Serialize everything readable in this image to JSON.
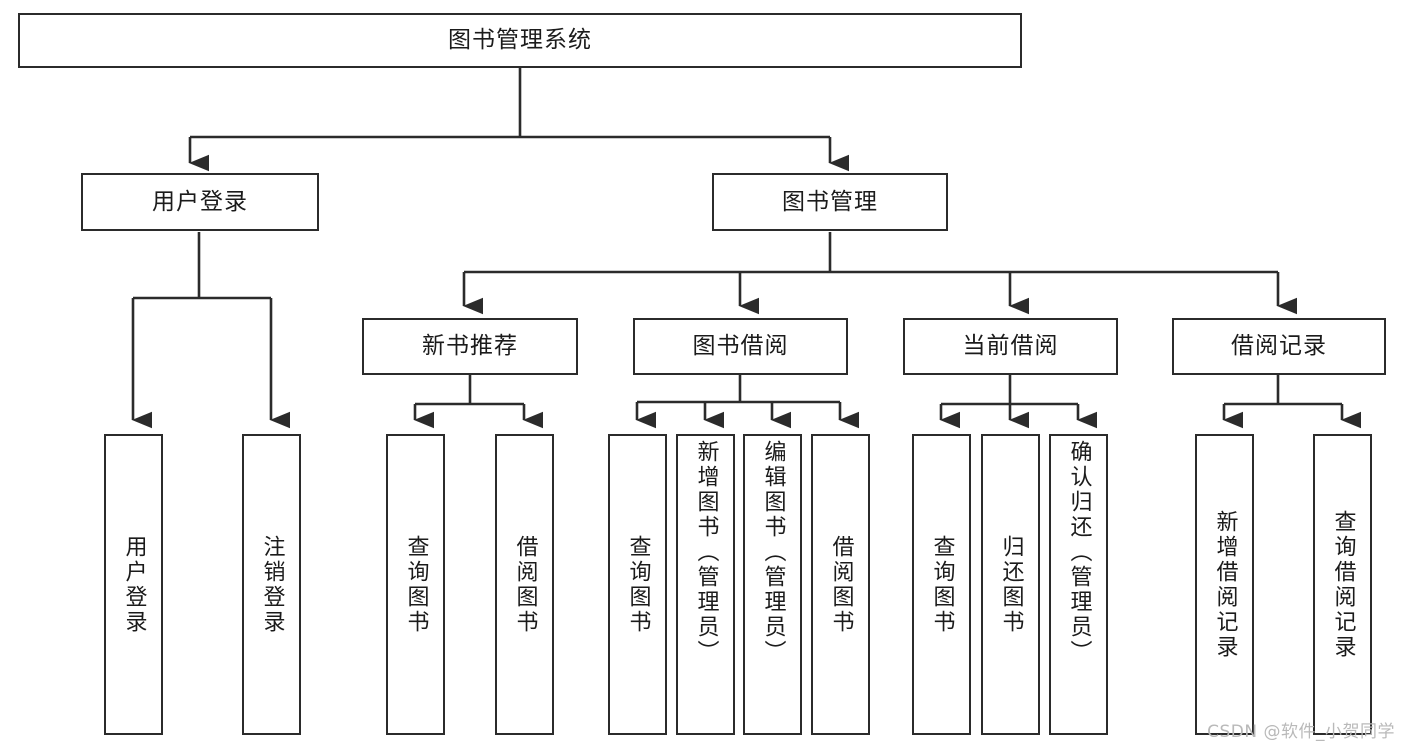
{
  "diagram": {
    "title": "图书管理系统",
    "type": "tree-hierarchy",
    "watermark": "CSDN @软件_小贺同学",
    "colors": {
      "stroke": "#2b2b2b",
      "fill": "#ffffff",
      "text": "#1b1b1b",
      "watermark": "#b9b9b9"
    },
    "nodes": {
      "root": {
        "label": "图书管理系统"
      },
      "level2": [
        {
          "id": "user-login",
          "label": "用户登录"
        },
        {
          "id": "book-manage",
          "label": "图书管理"
        }
      ],
      "level3": [
        {
          "id": "new-book-recommend",
          "label": "新书推荐"
        },
        {
          "id": "book-borrow",
          "label": "图书借阅"
        },
        {
          "id": "current-borrow",
          "label": "当前借阅"
        },
        {
          "id": "borrow-record",
          "label": "借阅记录"
        }
      ],
      "leaves": {
        "user_login": [
          {
            "id": "leaf-user-login",
            "label": "用户登录"
          },
          {
            "id": "leaf-user-logout",
            "label": "注销登录"
          }
        ],
        "new_book_recommend": [
          {
            "id": "leaf-query-book-1",
            "label": "查询图书"
          },
          {
            "id": "leaf-borrow-book-1",
            "label": "借阅图书"
          }
        ],
        "book_borrow": [
          {
            "id": "leaf-query-book-2",
            "label": "查询图书"
          },
          {
            "id": "leaf-add-book",
            "label": "新增图书（管理员）"
          },
          {
            "id": "leaf-edit-book",
            "label": "编辑图书（管理员）"
          },
          {
            "id": "leaf-borrow-book-2",
            "label": "借阅图书"
          }
        ],
        "current_borrow": [
          {
            "id": "leaf-query-book-3",
            "label": "查询图书"
          },
          {
            "id": "leaf-return-book",
            "label": "归还图书"
          },
          {
            "id": "leaf-confirm-return",
            "label": "确认归还（管理员）"
          }
        ],
        "borrow_record": [
          {
            "id": "leaf-add-record",
            "label": "新增借阅记录"
          },
          {
            "id": "leaf-query-record",
            "label": "查询借阅记录"
          }
        ]
      }
    }
  }
}
